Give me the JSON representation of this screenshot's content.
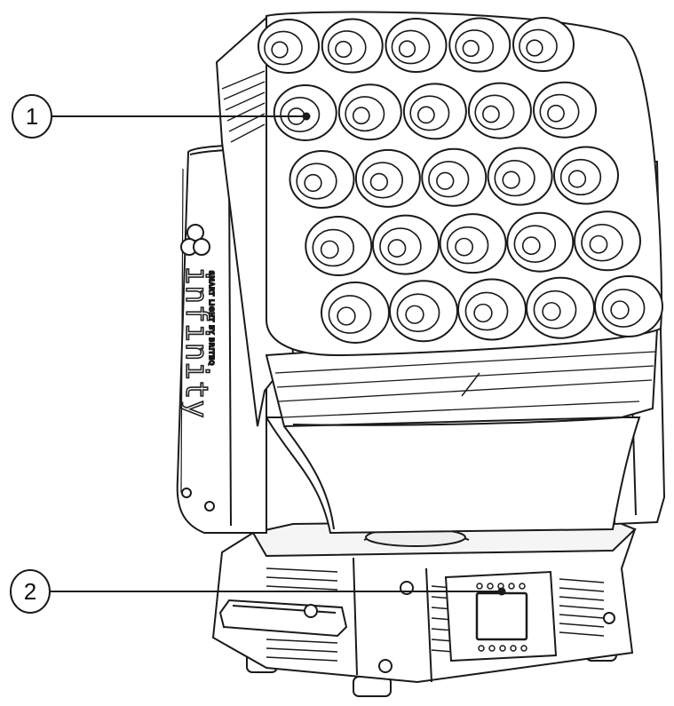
{
  "callouts": [
    {
      "id": "1",
      "label": "1"
    },
    {
      "id": "2",
      "label": "2"
    }
  ],
  "fixture": {
    "brand": "infinity",
    "tagline": "SMART LIGHT BY BRITEQ",
    "lens_grid": {
      "rows": 5,
      "cols": 5
    }
  },
  "colors": {
    "line": "#1a1a1a",
    "fill": "#ffffff",
    "shade": "#f2f2f2"
  }
}
